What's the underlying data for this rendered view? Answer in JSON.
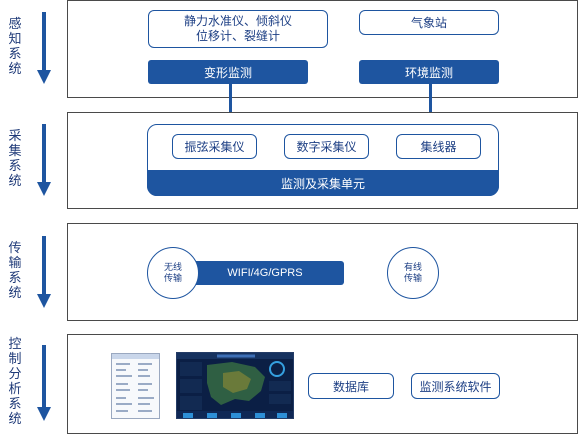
{
  "colors": {
    "accent": "#1e55a0",
    "label": "#1f3a78",
    "border": "#4a4a4a"
  },
  "sensing": {
    "label": "感知系统",
    "sensors_line1": "静力水准仪、倾斜仪",
    "sensors_line2": "位移计、裂缝计",
    "weather": "气象站",
    "deform": "变形监测",
    "env": "环境监测"
  },
  "acquisition": {
    "label": "采集系统",
    "vibrating": "振弦采集仪",
    "digital": "数字采集仪",
    "concentrator": "集线器",
    "unit": "监测及采集单元"
  },
  "transmission": {
    "label": "传输系统",
    "wireless_line1": "无线",
    "wireless_line2": "传输",
    "network": "WIFI/4G/GPRS",
    "wired_line1": "有线",
    "wired_line2": "传输"
  },
  "control": {
    "label": "控制分析系统",
    "database": "数据库",
    "software": "监测系统软件"
  }
}
